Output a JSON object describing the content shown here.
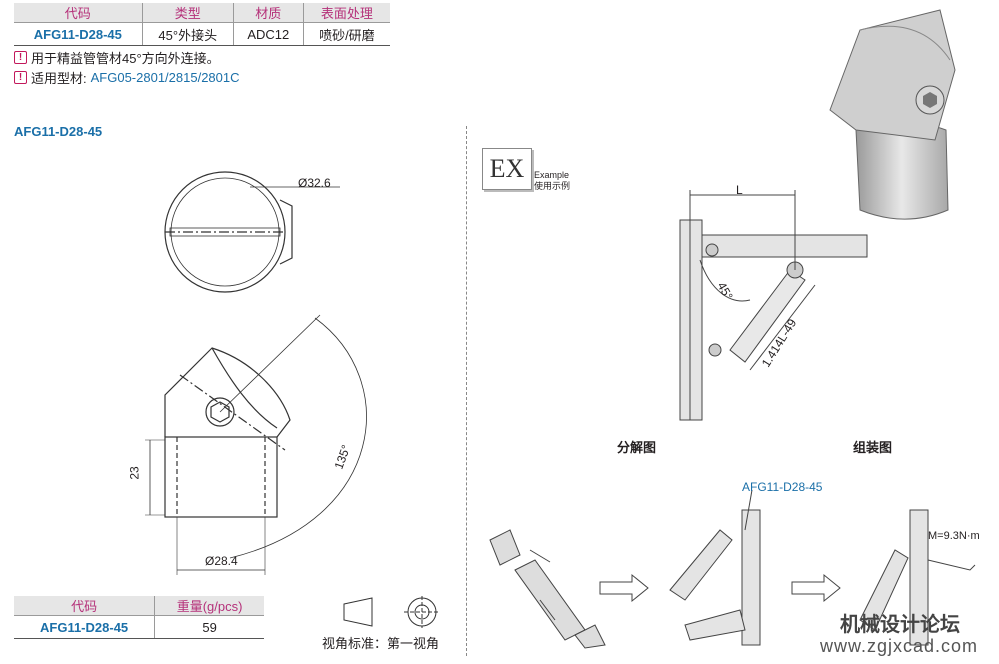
{
  "spec_table": {
    "headers": [
      "代码",
      "类型",
      "材质",
      "表面处理"
    ],
    "row": [
      "AFG11-D28-45",
      "45°外接头",
      "ADC12",
      "喷砂/研磨"
    ]
  },
  "notes": [
    {
      "text": "用于精益管管材45°方向外连接。"
    },
    {
      "prefix": "适用型材:",
      "value": "AFG05-2801/2815/2801C"
    }
  ],
  "model_title": "AFG11-D28-45",
  "dimensions": {
    "top_diameter": "Ø32.6",
    "height": "23",
    "angle": "135°",
    "bottom_diameter": "Ø28.4"
  },
  "weight_table": {
    "headers": [
      "代码",
      "重量(g/pcs)"
    ],
    "row": [
      "AFG11-D28-45",
      "59"
    ]
  },
  "view_standard": "视角标准：第一视角",
  "example": {
    "badge": "EX",
    "line1": "Example",
    "line2": "使用示例"
  },
  "example_dims": {
    "length": "L",
    "angle": "45°",
    "diag": "1.414L-49"
  },
  "captions": {
    "exploded": "分解图",
    "assembled": "组装图"
  },
  "assembly": {
    "part_label": "AFG11-D28-45",
    "torque": "M=9.3N·m"
  },
  "watermark": {
    "cn": "机械设计论坛",
    "url": "www.zgjxcad.com"
  }
}
